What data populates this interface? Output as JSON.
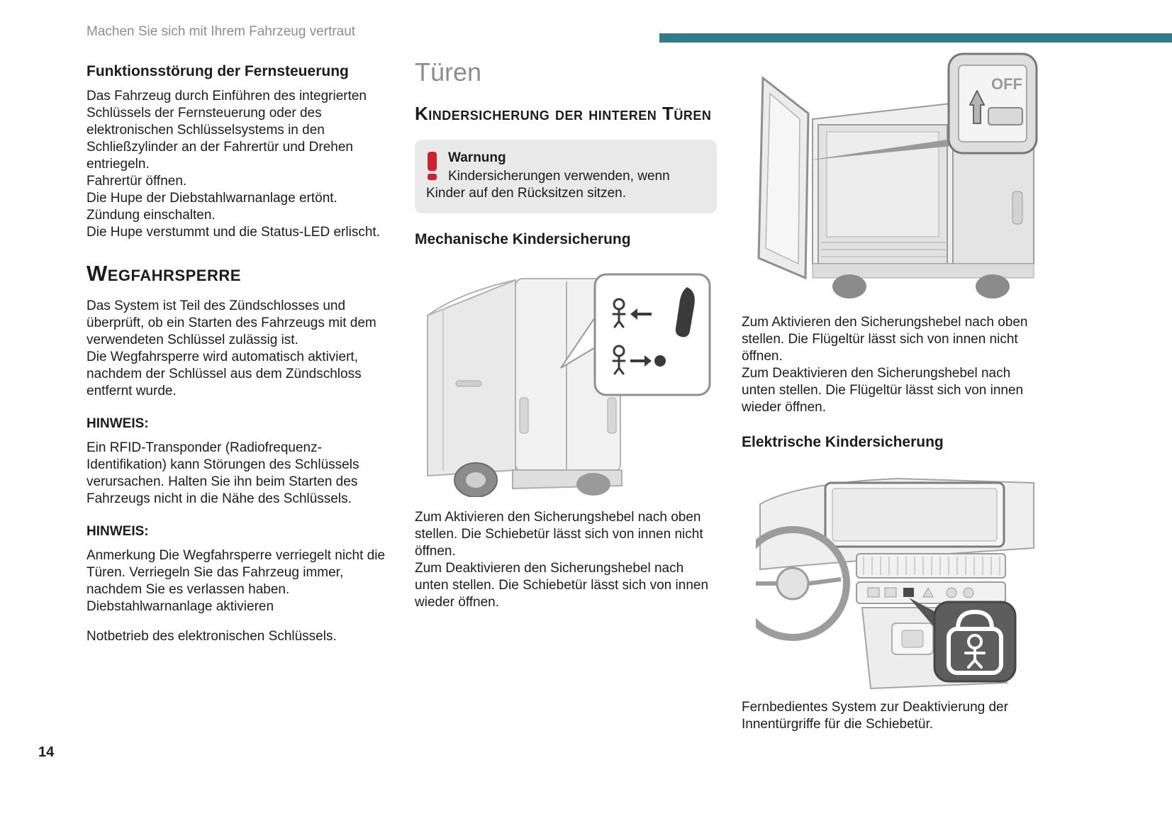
{
  "page": {
    "header": "Machen Sie sich mit Ihrem Fahrzeug vertraut",
    "page_number": "14"
  },
  "colors": {
    "accent_teal": "#2e7d8f",
    "warning_red": "#d4202e",
    "heading_gray": "#8d8d8d"
  },
  "left": {
    "s1_heading": "Funktionsstörung der Fernsteuerung",
    "s1_lines": [
      "Das Fahrzeug durch Einführen des integrierten Schlüssels der Fernsteuerung oder des elektronischen Schlüsselsystems in den Schließzylinder an der Fahrertür und Drehen entriegeln.",
      "Fahrertür öffnen.",
      "Die Hupe der Diebstahlwarnanlage ertönt.",
      "Zündung einschalten.",
      "Die Hupe verstummt und die Status-LED erlischt."
    ],
    "s2_heading": "Wegfahrsperre",
    "s2_lines": [
      "Das System ist Teil des Zündschlosses und überprüft, ob ein Starten des Fahrzeugs mit dem verwendeten Schlüssel zulässig ist.",
      "Die Wegfahrsperre wird automatisch aktiviert, nachdem der Schlüssel aus dem Zündschloss entfernt wurde."
    ],
    "note1_label": "HINWEIS:",
    "note1_text": "Ein RFID-Transponder (Radiofrequenz-Identifikation) kann Störungen des Schlüssels verursachen. Halten Sie ihn beim Starten des Fahrzeugs nicht in die Nähe des Schlüssels.",
    "note2_label": "HINWEIS:",
    "note2_lines": [
      "Anmerkung Die Wegfahrsperre verriegelt nicht die Türen. Verriegeln Sie das Fahrzeug immer, nachdem Sie es verlassen haben.",
      "Diebstahlwarnanlage aktivieren"
    ],
    "footer_line": "Notbetrieb des elektronischen Schlüssels."
  },
  "middle": {
    "title": "Türen",
    "section_heading": "Kindersicherung der hinteren Türen",
    "warning": {
      "label": "Warnung",
      "text": "Kindersicherungen verwenden, wenn Kinder auf den Rücksitzen sitzen."
    },
    "sub_heading": "Mechanische Kindersicherung",
    "body_lines": [
      "Zum Aktivieren den Sicherungshebel nach oben stellen. Die Schiebetür lässt sich von innen nicht öffnen.",
      "Zum Deaktivieren den Sicherungshebel nach unten stellen. Die Schiebetür lässt sich von innen wieder öffnen."
    ]
  },
  "right": {
    "off_label": "OFF",
    "body_lines": [
      "Zum Aktivieren den Sicherungshebel nach oben stellen. Die Flügeltür lässt sich von innen nicht öffnen.",
      "Zum Deaktivieren den Sicherungshebel nach unten stellen. Die Flügeltür lässt sich von innen wieder öffnen."
    ],
    "sub_heading": "Elektrische Kindersicherung",
    "caption": "Fernbedientes System zur Deaktivierung der Innentürgriffe für die Schiebetür."
  }
}
